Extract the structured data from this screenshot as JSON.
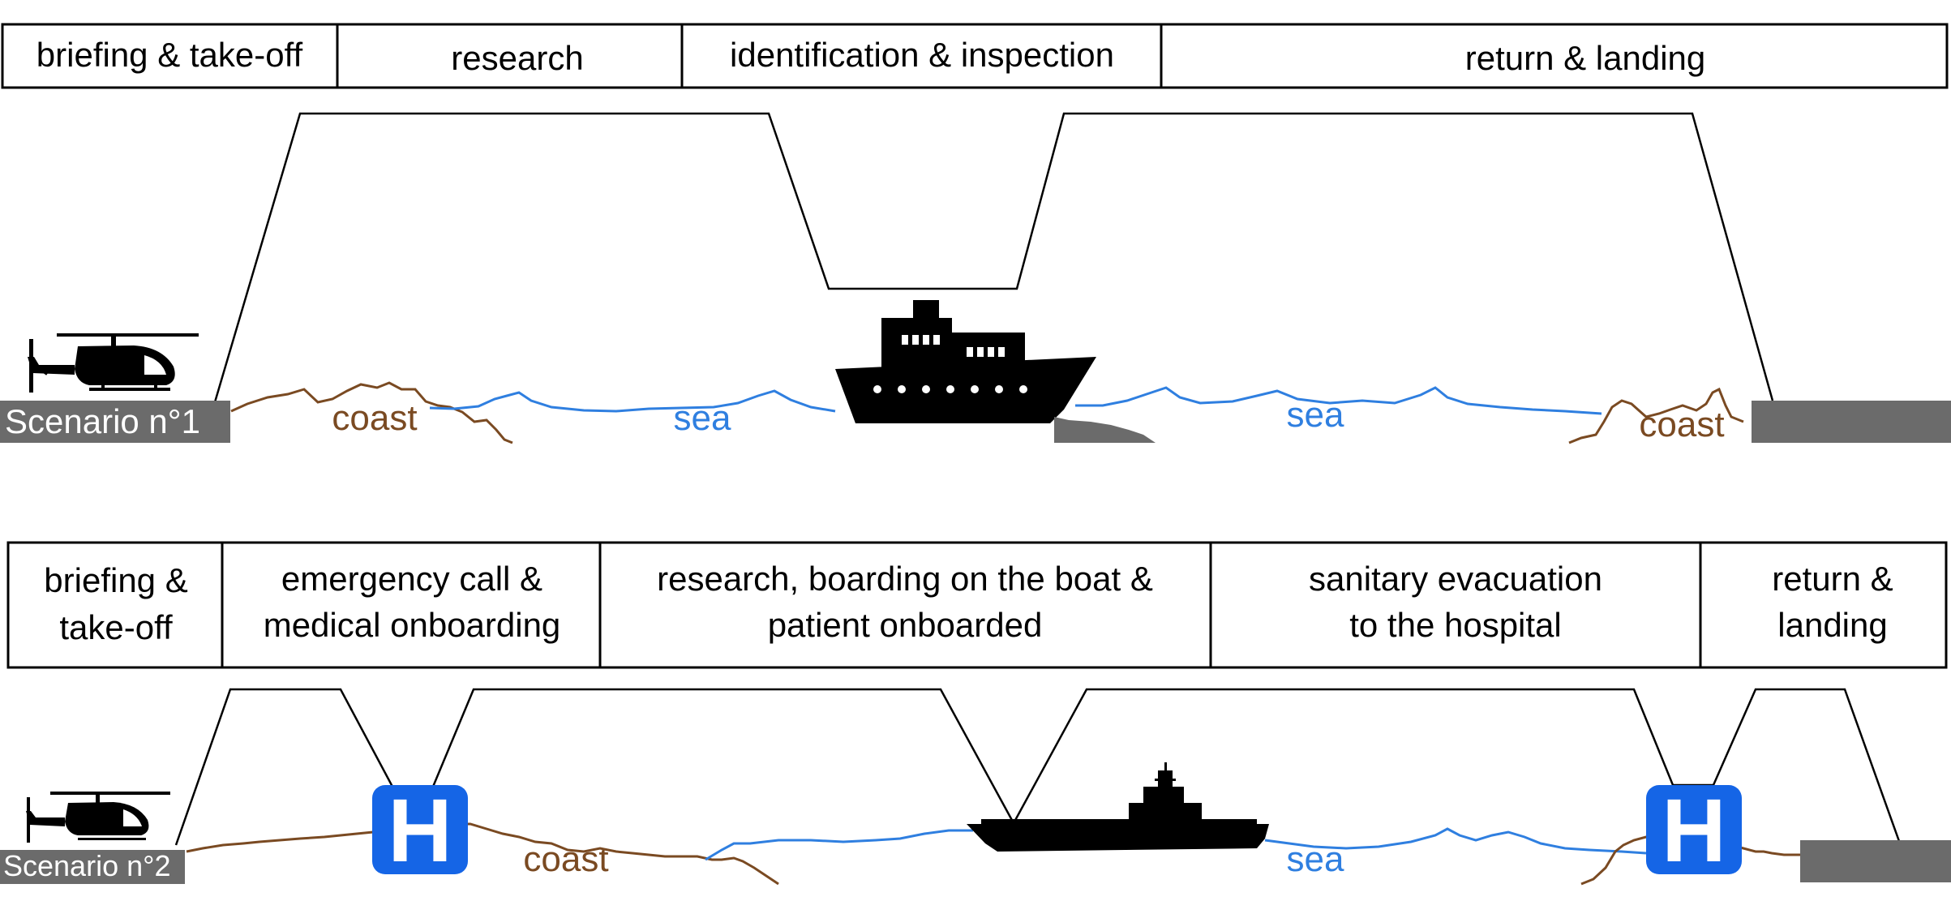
{
  "scenario1": {
    "label": "Scenario n°1",
    "phases": [
      "briefing & take-off",
      "research",
      "identification & inspection",
      "return & landing"
    ],
    "coast_left": "coast",
    "sea_left": "sea",
    "sea_right": "sea",
    "coast_right": "coast"
  },
  "scenario2": {
    "label": "Scenario n°2",
    "phases": [
      {
        "line1": "briefing &",
        "line2": "take-off"
      },
      {
        "line1": "emergency call &",
        "line2": "medical onboarding"
      },
      {
        "line1": "research, boarding on the boat &",
        "line2": "patient onboarded"
      },
      {
        "line1": "sanitary evacuation",
        "line2": "to the hospital"
      },
      {
        "line1": "return &",
        "line2": "landing"
      }
    ],
    "coast": "coast",
    "sea": "sea",
    "hospital_left": "H",
    "hospital_right": "H"
  },
  "colors": {
    "coast": "#7a4a22",
    "sea": "#2f7fe0",
    "hospital": "#1565e6",
    "runway": "#6b6b6b",
    "silhouette": "#000000"
  },
  "icons": [
    "helicopter-icon",
    "fishing-boat-icon",
    "warship-icon",
    "hospital-icon"
  ]
}
